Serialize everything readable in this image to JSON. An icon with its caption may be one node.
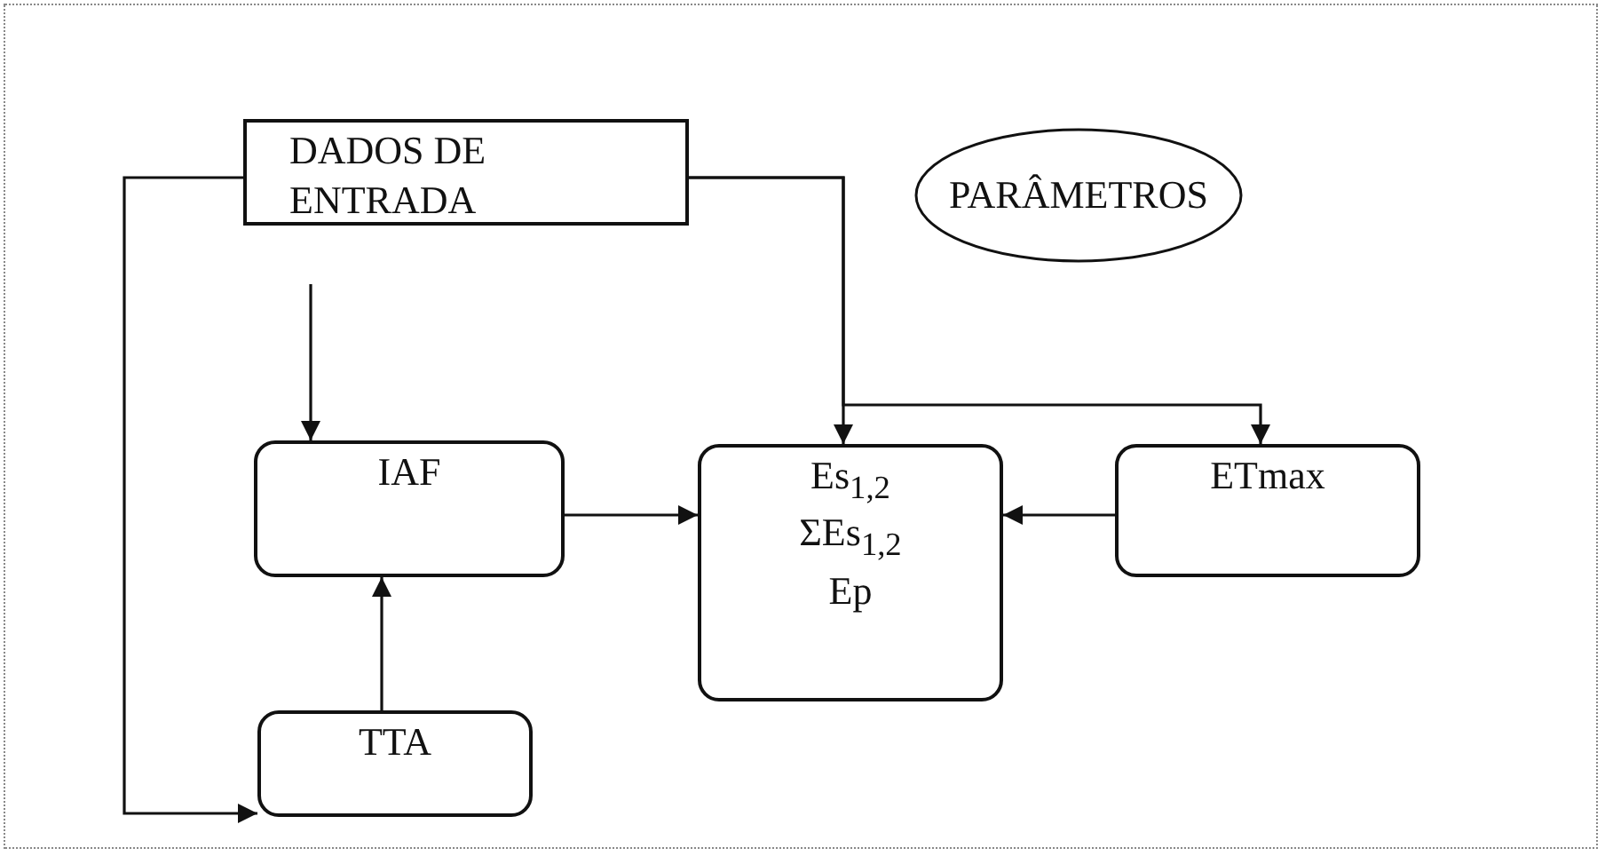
{
  "diagram": {
    "nodes": [
      {
        "text": [
          "DADOS DE ENTRADA"
        ]
      },
      {
        "text": [
          "PARÂMETROS"
        ]
      },
      {
        "text": [
          "IAF"
        ]
      },
      {
        "text": [
          "Es$_{1,2}$",
          "ΣEs$_{1,2}$",
          "Ep"
        ]
      },
      {
        "text": [
          "ETmax"
        ]
      },
      {
        "text": [
          "TTA"
        ]
      }
    ],
    "edges": [
      {
        "from": 0,
        "to": 5,
        "arrow": "to"
      },
      {
        "from": null,
        "to": 2,
        "arrow": "to"
      },
      {
        "from": 0,
        "to": 3,
        "arrow": "to"
      },
      {
        "from": 0,
        "to": 4,
        "arrow": "to"
      },
      {
        "from": 2,
        "to": 3,
        "arrow": "to"
      },
      {
        "from": 4,
        "to": 3,
        "arrow": "to"
      },
      {
        "from": 5,
        "to": 2,
        "arrow": "to"
      }
    ]
  }
}
